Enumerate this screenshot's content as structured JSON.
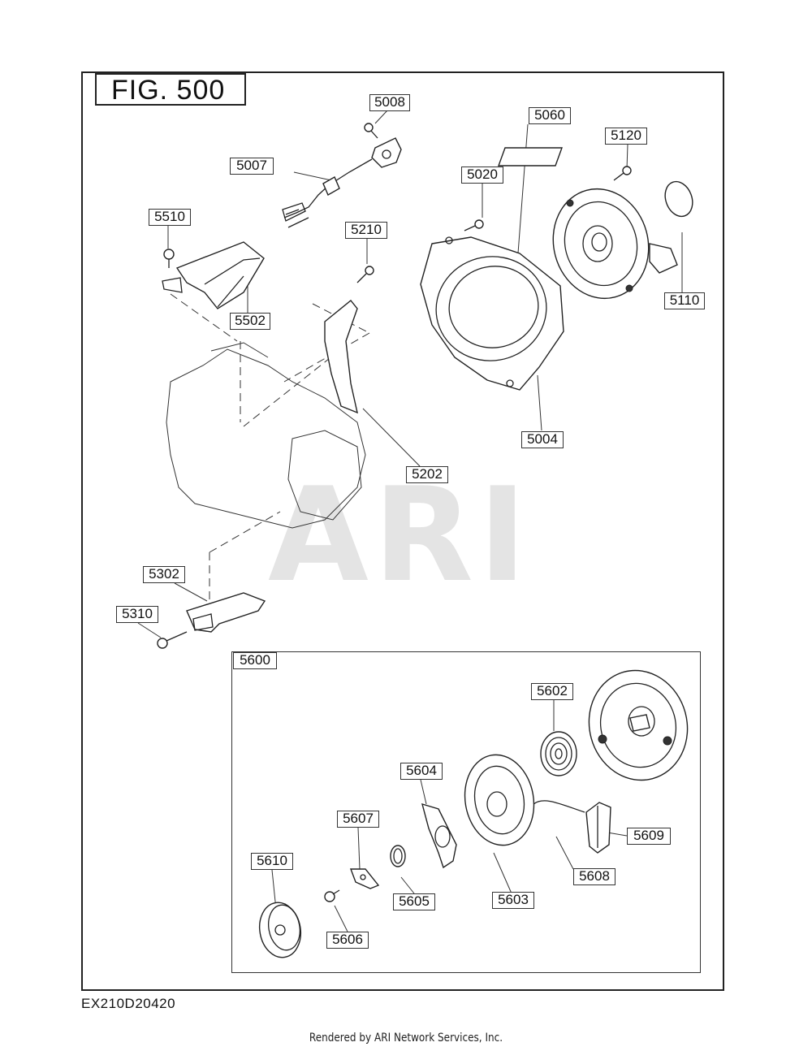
{
  "figure": {
    "title": "FIG. 500",
    "code": "EX210D20420"
  },
  "watermark": "ARI",
  "footer": "Rendered by ARI Network Services, Inc.",
  "callouts": {
    "p5008": "5008",
    "p5060": "5060",
    "p5120": "5120",
    "p5007": "5007",
    "p5020": "5020",
    "p5510": "5510",
    "p5210": "5210",
    "p5110": "5110",
    "p5502": "5502",
    "p5004": "5004",
    "p5202": "5202",
    "p5302": "5302",
    "p5310": "5310",
    "p5600": "5600",
    "p5602": "5602",
    "p5604": "5604",
    "p5607": "5607",
    "p5609": "5609",
    "p5610": "5610",
    "p5608": "5608",
    "p5605": "5605",
    "p5603": "5603",
    "p5606": "5606"
  }
}
